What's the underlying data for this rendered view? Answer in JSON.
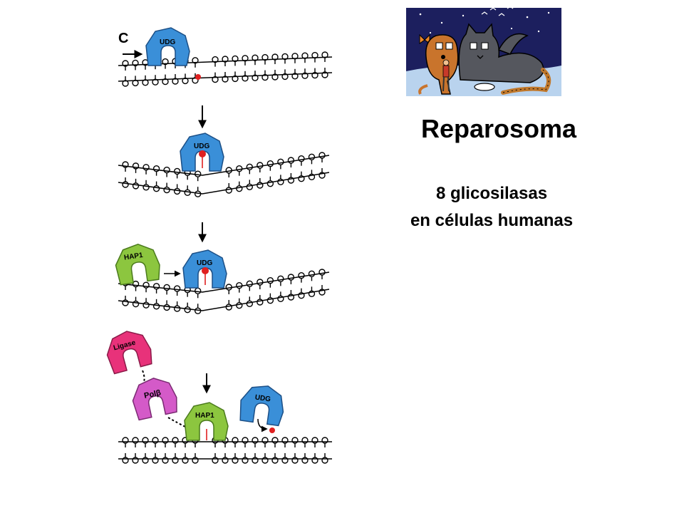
{
  "panel_label": "C",
  "enzymes": {
    "udg": "UDG",
    "hap1": "HAP1",
    "ligase": "Ligase",
    "polb": "Polβ"
  },
  "title": "Reparosoma",
  "subtitle_line1": "8 glicosilasas",
  "subtitle_line2": "en células humanas",
  "colors": {
    "udg": "#3a8fd8",
    "hap1": "#8cc63f",
    "ligase": "#e8327a",
    "polb": "#d45ac8",
    "lesion": "#e02020",
    "sky": "#1c1f5e",
    "cat": "#55575e",
    "dog": "#c9742c"
  },
  "icons": [
    "cartoon-cat-dog-illustration"
  ]
}
